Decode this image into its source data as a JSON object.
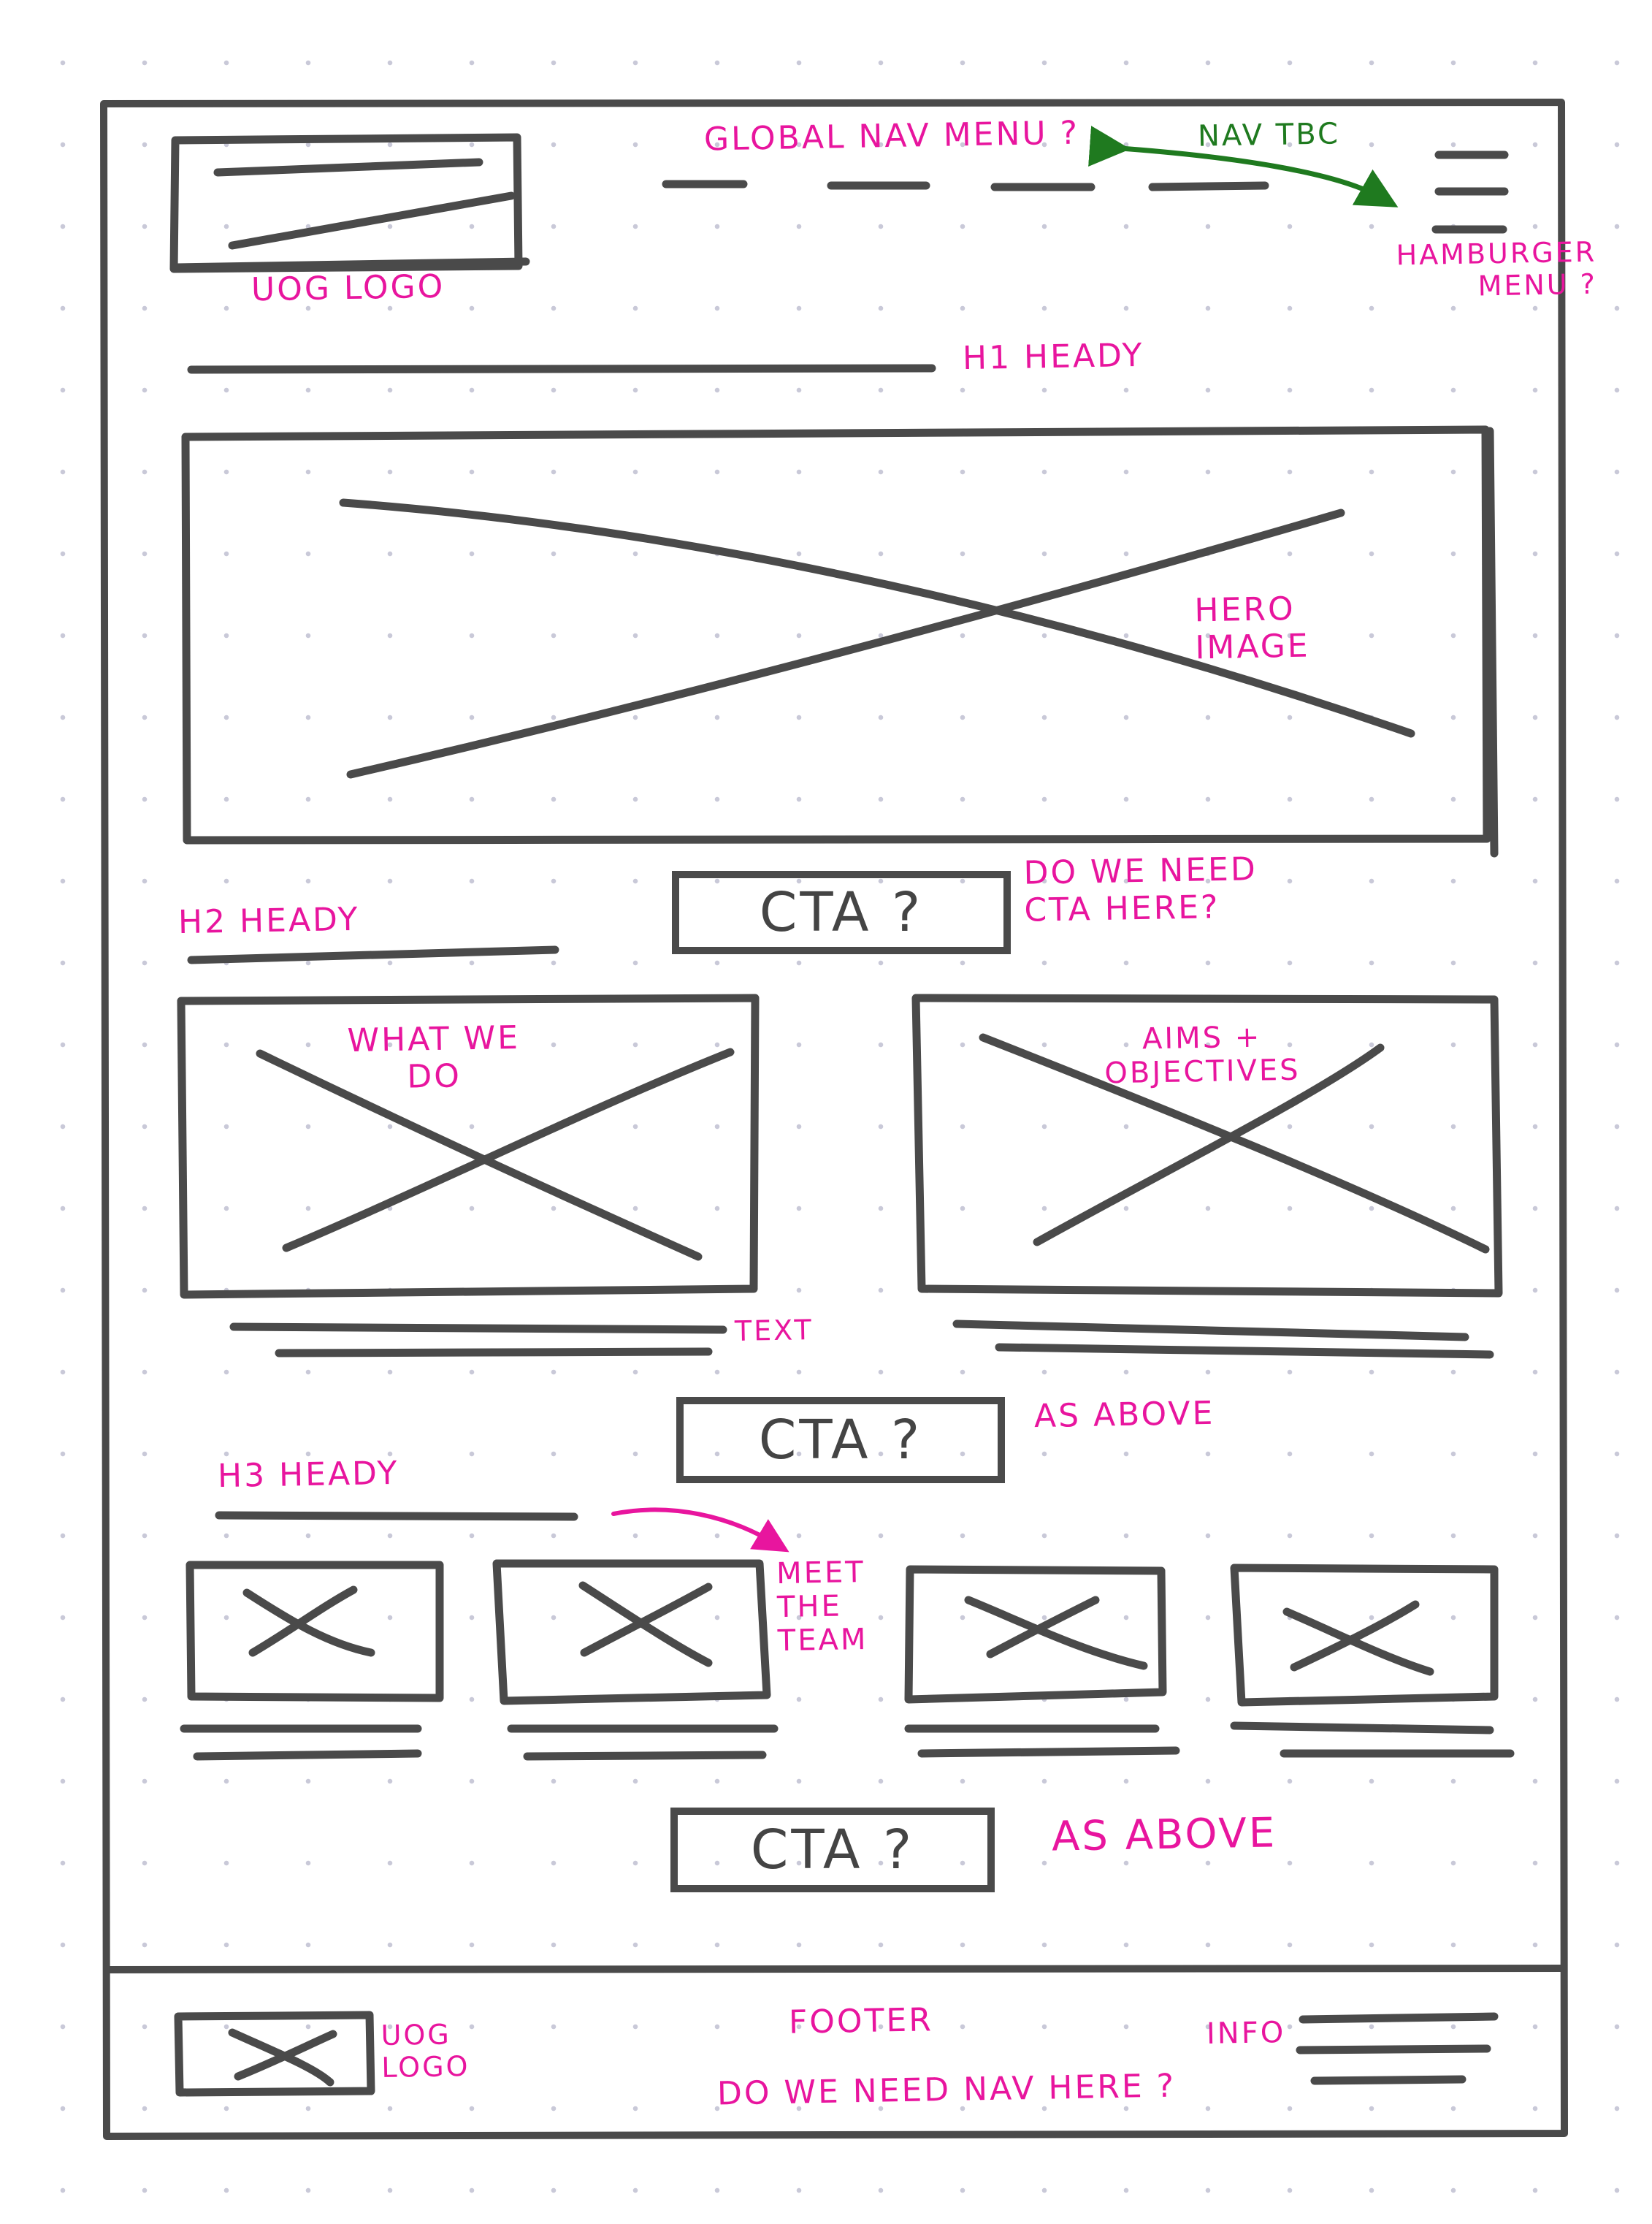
{
  "header": {
    "logo_note": "UOG LOGO",
    "global_nav_note": "GLOBAL NAV MENU ?",
    "nav_tbc_note": "NAV TBC",
    "hamburger_note": "HAMBURGER\nMENU ?"
  },
  "hero": {
    "h1_note": "H1 HEADY",
    "image_note": "HERO\nIMAGE"
  },
  "cta_1": {
    "label": "CTA ?",
    "note": "DO WE NEED\nCTA HERE?"
  },
  "section_h2": {
    "h2_note": "H2 HEADY",
    "card_left_note": "WHAT WE\nDO",
    "card_right_note": "AIMS +\nOBJECTIVES",
    "text_note": "TEXT"
  },
  "cta_2": {
    "label": "CTA ?",
    "note": "AS ABOVE"
  },
  "section_h3": {
    "h3_note": "H3 HEADY",
    "team_note": "MEET\nTHE\nTEAM"
  },
  "cta_3": {
    "label": "CTA ?",
    "note": "AS ABOVE"
  },
  "footer": {
    "logo_note": "UOG\nLOGO",
    "title_note": "FOOTER",
    "nav_note": "DO WE NEED NAV HERE ?",
    "info_note": "INFO"
  },
  "colors": {
    "ink": "#4a4a4a",
    "annotation": "#e8159e",
    "arrow": "#1f7a1f"
  }
}
